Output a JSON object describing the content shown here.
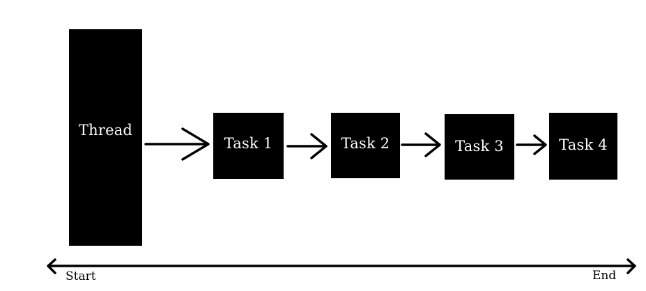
{
  "thread": {
    "label": "Thread"
  },
  "tasks": [
    {
      "label": "Task 1"
    },
    {
      "label": "Task 2"
    },
    {
      "label": "Task 3"
    },
    {
      "label": "Task 4"
    }
  ],
  "timeline": {
    "start_label": "Start",
    "end_label": "End"
  },
  "colors": {
    "box_fill": "#000000",
    "box_text": "#ffffff",
    "line": "#000000"
  }
}
